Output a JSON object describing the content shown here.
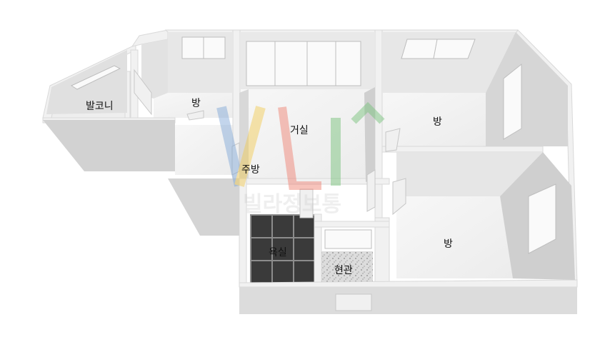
{
  "floorplan": {
    "rooms": {
      "balcony": "발코니",
      "room_top_left": "방",
      "living_room": "거실",
      "room_top_right": "방",
      "kitchen": "주방",
      "bathroom": "욕실",
      "entrance": "현관",
      "room_bottom_right": "방"
    },
    "watermark": "빌라정보통",
    "colors": {
      "wall_top": "#f2f2f2",
      "wall_face": "#dadada",
      "wall_dark": "#c4c4c4",
      "floor": "#f5f5f5",
      "bath_tile": "#3a3a3a",
      "entrance_floor": "#d8d8d8"
    }
  }
}
